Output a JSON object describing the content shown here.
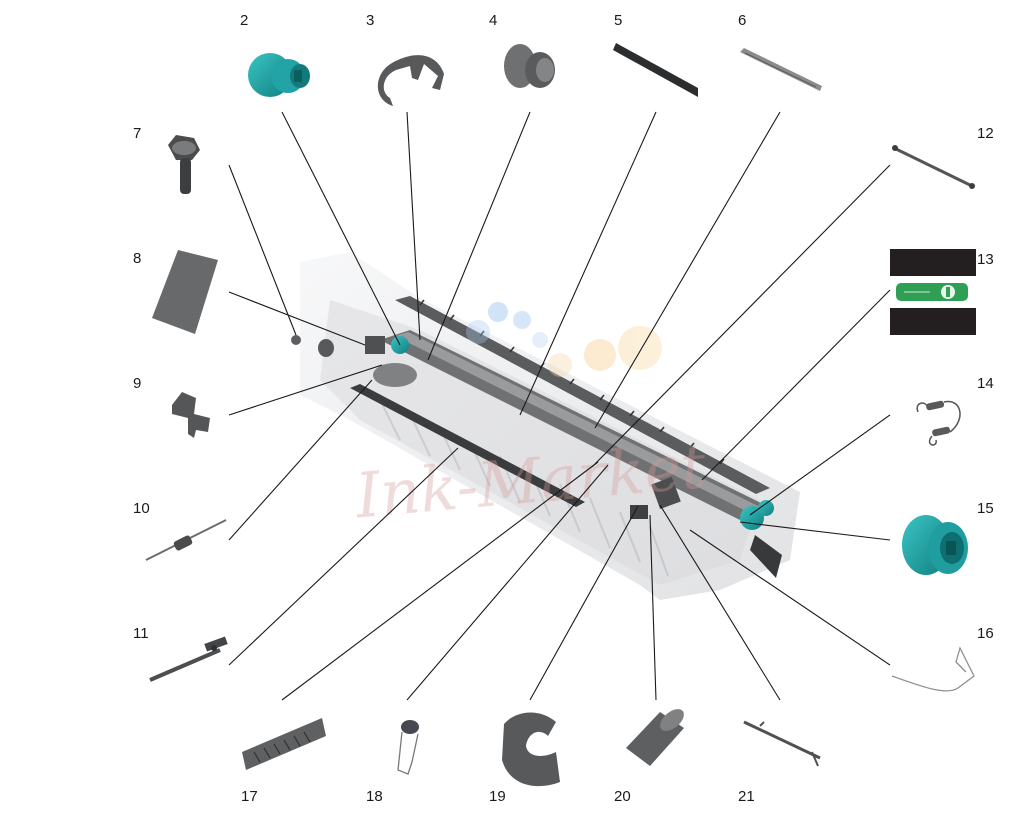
{
  "watermark": "Ink-Market",
  "colors": {
    "accent": "#1a9a9c",
    "line": "#1a1a1a",
    "part_gray": "#6d6e70",
    "label_green": "#2e9f55"
  },
  "callouts": [
    {
      "id": "2",
      "label": "2"
    },
    {
      "id": "3",
      "label": "3"
    },
    {
      "id": "4",
      "label": "4"
    },
    {
      "id": "5",
      "label": "5"
    },
    {
      "id": "6",
      "label": "6"
    },
    {
      "id": "7",
      "label": "7"
    },
    {
      "id": "8",
      "label": "8"
    },
    {
      "id": "9",
      "label": "9"
    },
    {
      "id": "10",
      "label": "10"
    },
    {
      "id": "11",
      "label": "11"
    },
    {
      "id": "12",
      "label": "12"
    },
    {
      "id": "13",
      "label": "13"
    },
    {
      "id": "14",
      "label": "14"
    },
    {
      "id": "15",
      "label": "15"
    },
    {
      "id": "16",
      "label": "16"
    },
    {
      "id": "17",
      "label": "17"
    },
    {
      "id": "18",
      "label": "18"
    },
    {
      "id": "19",
      "label": "19"
    },
    {
      "id": "20",
      "label": "20"
    },
    {
      "id": "21",
      "label": "21"
    }
  ]
}
